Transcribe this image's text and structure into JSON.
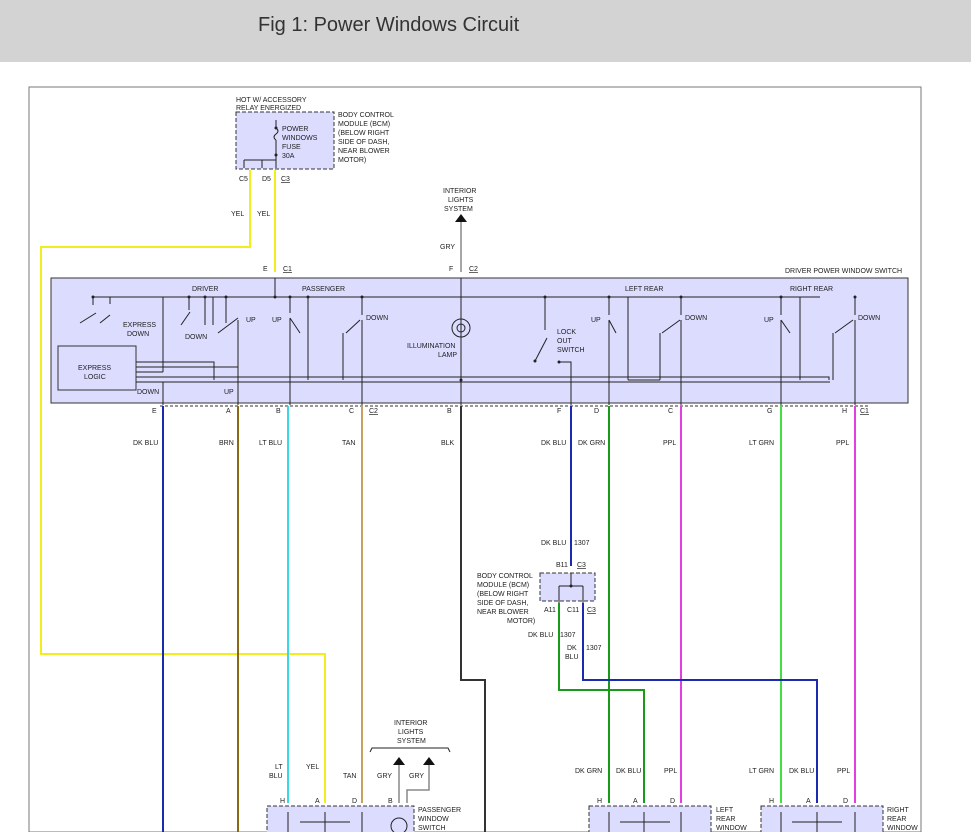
{
  "header": {
    "title": "Fig 1: Power Windows Circuit"
  },
  "colors": {
    "background": "#ffffff",
    "header_bg": "#d3d3d3",
    "module_fill": "#dcdcff",
    "wire_yel": "#f2ee1e",
    "wire_dkblu": "#1a2bb0",
    "wire_brn": "#8b6914",
    "wire_ltblu": "#3ad8e6",
    "wire_tan": "#c8a060",
    "wire_blk": "#333333",
    "wire_dkgrn": "#1a9a1a",
    "wire_ppl": "#e040e0",
    "wire_ltgrn": "#44dd44",
    "wire_gry": "#888888"
  },
  "fuse_block": {
    "hot_label": [
      "HOT W/ ACCESSORY",
      "RELAY ENERGIZED"
    ],
    "fuse_label": [
      "POWER",
      "WINDOWS",
      "FUSE",
      "30A"
    ],
    "bcm_label": [
      "BODY CONTROL",
      "MODULE (BCM)",
      "(BELOW RIGHT",
      "SIDE OF DASH,",
      "NEAR BLOWER",
      "MOTOR)"
    ],
    "pins": [
      "C5",
      "D5",
      "C3"
    ]
  },
  "interior_lights_top": [
    "INTERIOR",
    "LIGHTS",
    "SYSTEM"
  ],
  "wire_labels": {
    "yel1": "YEL",
    "yel2": "YEL",
    "gry_top": "GRY",
    "dkblu_e": "DK BLU",
    "brn": "BRN",
    "ltblu": "LT BLU",
    "tan": "TAN",
    "blk": "BLK",
    "dkblu_f": "DK BLU",
    "dkgrn_d": "DK GRN",
    "ppl_c": "PPL",
    "ltgrn_g": "LT GRN",
    "ppl_h": "PPL"
  },
  "driver_switch": {
    "title": "DRIVER POWER WINDOW SWITCH",
    "top_pins": {
      "e": "E",
      "c1": "C1",
      "f": "F",
      "c2": "C2"
    },
    "sections": {
      "driver": "DRIVER",
      "passenger": "PASSENGER",
      "left_rear": "LEFT REAR",
      "right_rear": "RIGHT REAR"
    },
    "express_down": [
      "EXPRESS",
      "DOWN"
    ],
    "express_logic": [
      "EXPRESS",
      "LOGIC"
    ],
    "illum_lamp": [
      "ILLUMINATION",
      "LAMP"
    ],
    "lock_out": [
      "LOCK",
      "OUT",
      "SWITCH"
    ],
    "up": "UP",
    "down": "DOWN",
    "bottom_pins": [
      "E",
      "A",
      "B",
      "C",
      "C2",
      "B",
      "F",
      "D",
      "C",
      "G",
      "H",
      "C1"
    ],
    "inner_down": "DOWN",
    "inner_up": "UP"
  },
  "bcm_mid": {
    "label": [
      "BODY CONTROL",
      "MODULE (BCM)",
      "(BELOW RIGHT",
      "SIDE OF DASH,",
      "NEAR BLOWER",
      "MOTOR)"
    ],
    "wire_in": "DK BLU",
    "circuit_in": "1307",
    "pin_b11": "B11",
    "pin_c3a": "C3",
    "pin_a11": "A11",
    "pin_c11": "C11",
    "pin_c3b": "C3",
    "out1_wire": "DK BLU",
    "out1_circuit": "1307",
    "out2_wire": [
      "DK",
      "BLU"
    ],
    "out2_circuit": "1307"
  },
  "bottom": {
    "interior_lights": [
      "INTERIOR",
      "LIGHTS",
      "SYSTEM"
    ],
    "gry1": "GRY",
    "gry2": "GRY",
    "pass_ltblu": [
      "LT",
      "BLU"
    ],
    "pass_yel": "YEL",
    "pass_tan": "TAN",
    "pass_switch": [
      "PASSENGER",
      "WINDOW",
      "SWITCH"
    ],
    "pass_pins": [
      "H",
      "A",
      "D",
      "B"
    ],
    "lr_dkgrn": "DK GRN",
    "lr_dkblu": "DK BLU",
    "lr_ppl": "PPL",
    "lr_pins": [
      "H",
      "A",
      "D"
    ],
    "lr_label": [
      "LEFT",
      "REAR",
      "WINDOW"
    ],
    "rr_ltgrn": "LT GRN",
    "rr_dkblu": "DK BLU",
    "rr_ppl": "PPL",
    "rr_pins": [
      "H",
      "A",
      "D"
    ],
    "rr_label": [
      "RIGHT",
      "REAR",
      "WINDOW"
    ]
  }
}
